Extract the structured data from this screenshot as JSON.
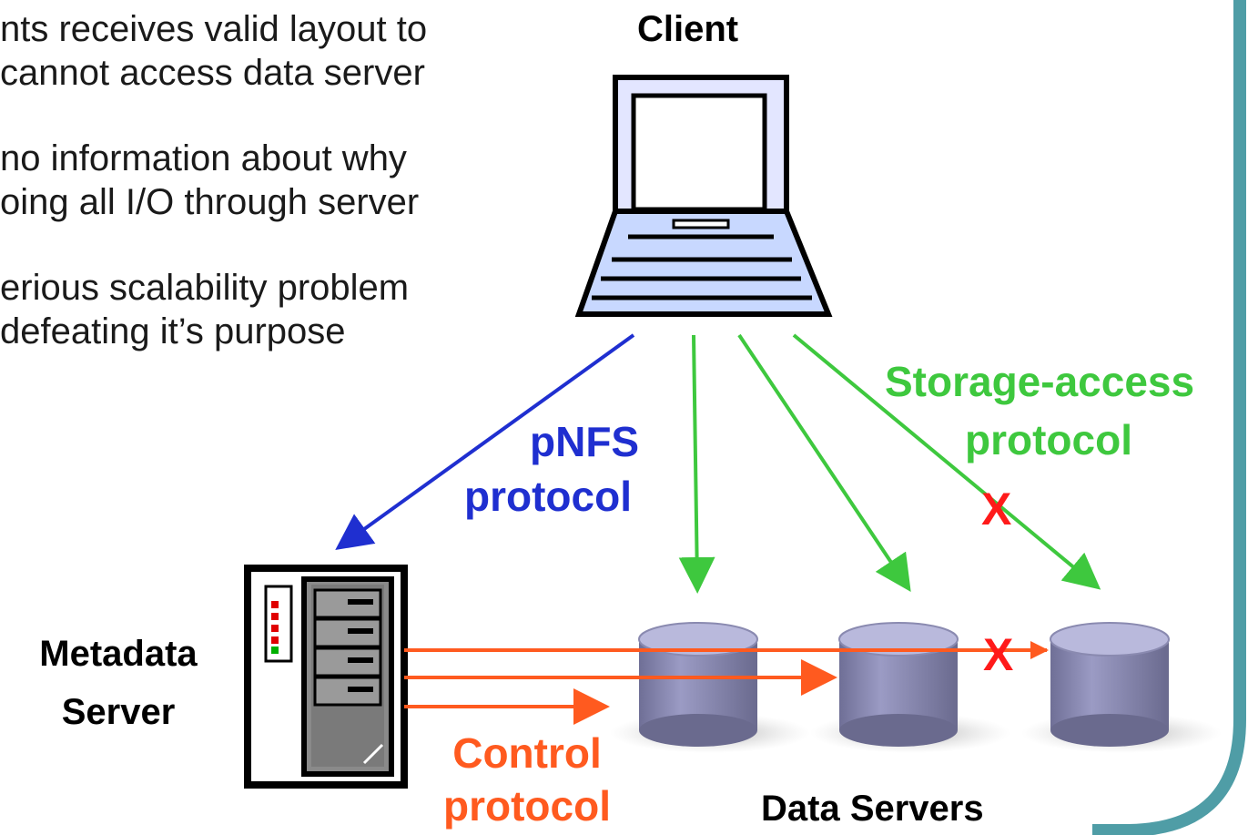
{
  "bullet_lines": [
    "nts receives valid layout to",
    "cannot access data server",
    "no information about why",
    "oing all I/O through server",
    "erious scalability problem",
    "defeating it’s purpose"
  ],
  "labels": {
    "client": "Client",
    "pnfs_line1": "pNFS",
    "pnfs_line2": "protocol",
    "storage_line1": "Storage-access",
    "storage_line2": "protocol",
    "metadata_line1": "Metadata",
    "metadata_line2": "Server",
    "control_line1": "Control",
    "control_line2": "protocol",
    "data_servers": "Data Servers",
    "fail_mark_1": "X",
    "fail_mark_2": "X"
  },
  "colors": {
    "pnfs": "#1f2fd0",
    "storage": "#3ec83e",
    "control": "#ff5a1f",
    "fail": "#ff1a1a",
    "frame": "#4f9da6"
  }
}
